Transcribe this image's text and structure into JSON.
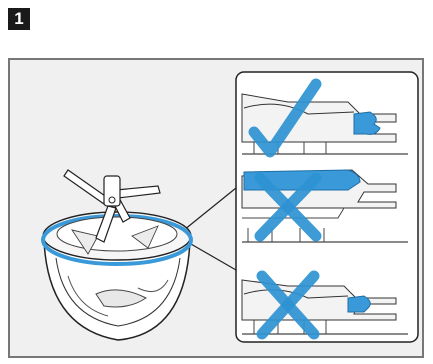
{
  "step": {
    "number": "1"
  },
  "colors": {
    "seal_blue": "#3a9ad9",
    "mark_blue": "#2e93d3",
    "frame_grey": "#777777",
    "panel_bg": "#f0f0f0"
  },
  "detail_panels": [
    {
      "id": "correct-seating",
      "mark": "check-icon"
    },
    {
      "id": "incorrect-seating-high",
      "mark": "cross-icon"
    },
    {
      "id": "incorrect-seating-low",
      "mark": "cross-icon"
    }
  ]
}
